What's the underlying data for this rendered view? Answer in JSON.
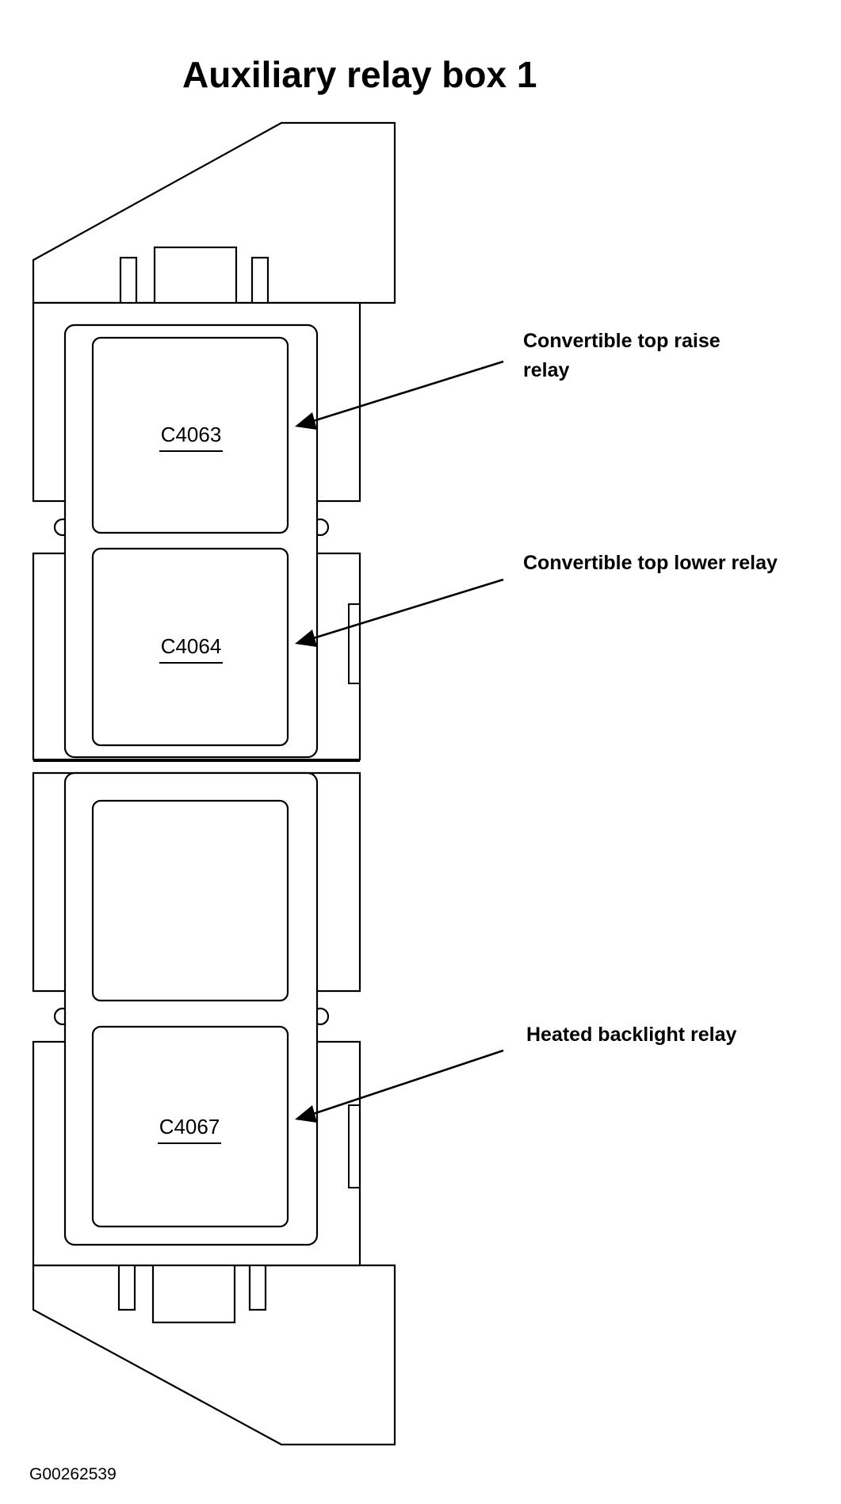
{
  "title": "Auxiliary relay box 1",
  "relays": [
    {
      "code": "C4063",
      "callout": [
        "Convertible top raise",
        "relay"
      ]
    },
    {
      "code": "C4064",
      "callout": [
        "Convertible top lower relay"
      ]
    },
    {
      "code": "",
      "callout": []
    },
    {
      "code": "C4067",
      "callout": [
        "Heated backlight relay"
      ]
    }
  ],
  "figure_id": "G00262539"
}
